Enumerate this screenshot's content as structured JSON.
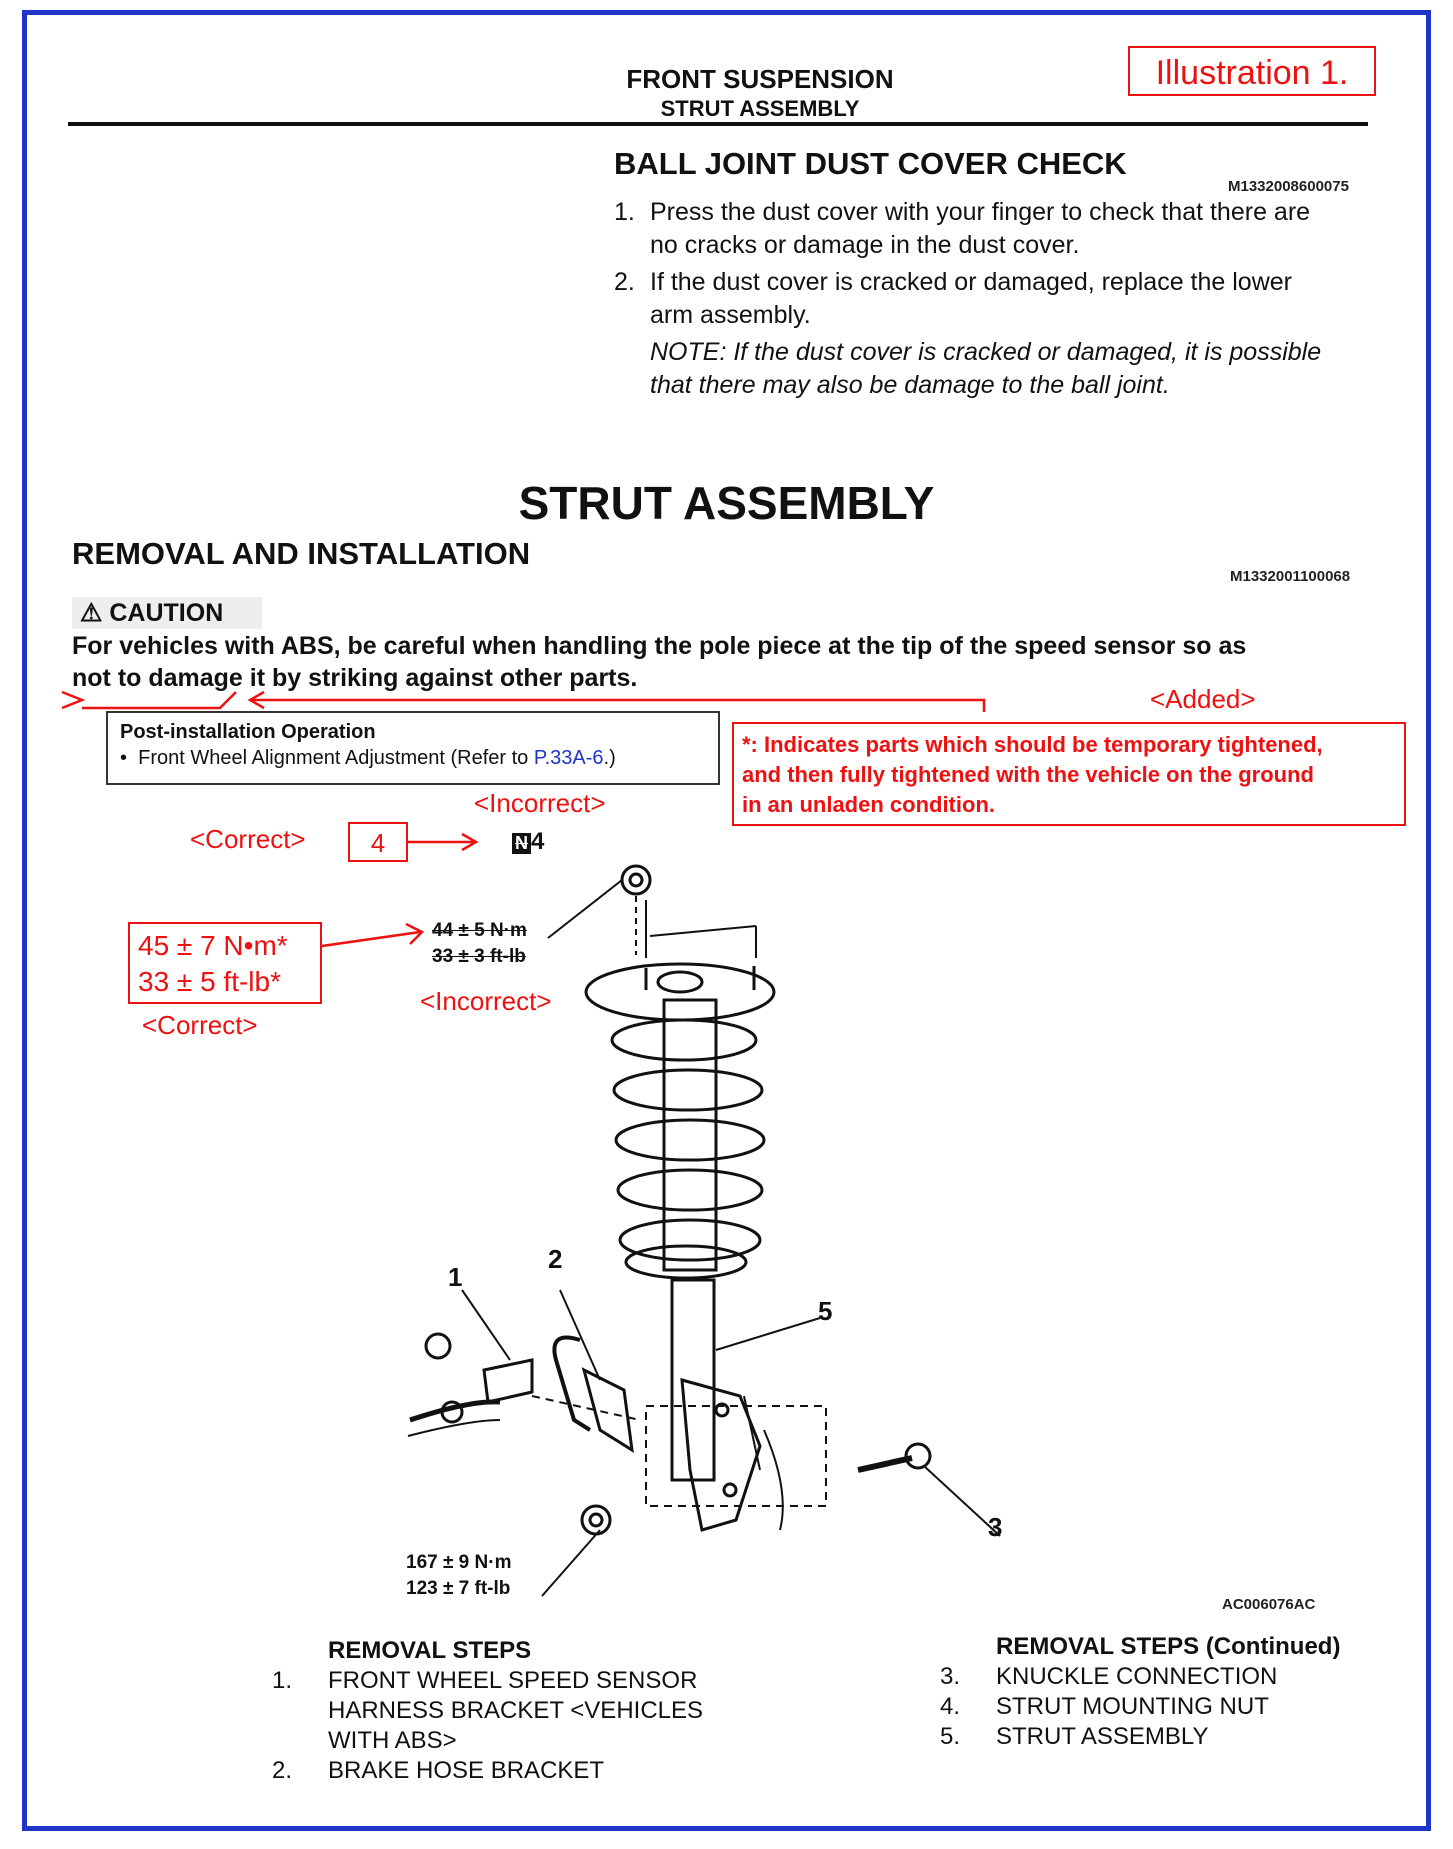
{
  "header": {
    "section": "FRONT SUSPENSION",
    "subsection": "STRUT ASSEMBLY",
    "illustration_label": "Illustration 1."
  },
  "ball_joint": {
    "title": "BALL JOINT DUST COVER CHECK",
    "code": "M1332008600075",
    "steps": [
      {
        "num": "1.",
        "line1": "Press the dust cover with your finger to check that there are",
        "line2": "no cracks or damage in the dust cover."
      },
      {
        "num": "2.",
        "line1": "If the dust cover is cracked or damaged, replace the lower",
        "line2": "arm assembly."
      }
    ],
    "note_line1": "NOTE: If the dust cover is cracked or damaged, it is possible",
    "note_line2": "that there may also be damage to the ball joint."
  },
  "strut": {
    "title": "STRUT ASSEMBLY",
    "subtitle": "REMOVAL AND INSTALLATION",
    "code": "M1332001100068",
    "caution_label": "CAUTION",
    "caution_line1": "For vehicles with ABS, be careful when handling the pole piece at the tip of the speed sensor so as",
    "caution_line2": "not to damage it by striking against other parts."
  },
  "post_install": {
    "title": "Post-installation Operation",
    "item_prefix": "Front Wheel Alignment Adjustment (Refer to ",
    "item_link": "P.33A-6",
    "item_suffix": ".)"
  },
  "annotations": {
    "added": "<Added>",
    "temp_line1": "*: Indicates parts which should be temporary tightened,",
    "temp_line2": "and then fully tightened with the vehicle on the ground",
    "temp_line3": "in an unladen condition.",
    "correct_1": "<Correct>",
    "correct_box_value": "4",
    "incorrect_1": "<Incorrect>",
    "incorrect_label": "4",
    "incorrect_symbol": "N",
    "torque_correct_1": "45 ± 7 N•m*",
    "torque_correct_2": "33 ± 5 ft-lb*",
    "correct_2": "<Correct>",
    "torque_incorrect_1": "44 ± 5 N·m",
    "torque_incorrect_2": "33 ± 3 ft-lb",
    "incorrect_2": "<Incorrect>"
  },
  "diagram": {
    "callouts": [
      "1",
      "2",
      "3",
      "5"
    ],
    "torque_bottom_1": "167 ± 9 N·m",
    "torque_bottom_2": "123 ± 7 ft-lb",
    "figure_code": "AC006076AC"
  },
  "removal_steps": {
    "title": "REMOVAL STEPS",
    "items": [
      {
        "num": "1.",
        "line1": "FRONT WHEEL SPEED SENSOR",
        "line2": "HARNESS BRACKET <VEHICLES",
        "line3": "WITH ABS>"
      },
      {
        "num": "2.",
        "line1": "BRAKE HOSE BRACKET"
      }
    ],
    "cont_title": "REMOVAL STEPS (Continued)",
    "cont_items": [
      {
        "num": "3.",
        "label": "KNUCKLE CONNECTION"
      },
      {
        "num": "4.",
        "label": "STRUT MOUNTING NUT"
      },
      {
        "num": "5.",
        "label": "STRUT ASSEMBLY"
      }
    ]
  },
  "colors": {
    "frame": "#1f35c9",
    "annotation_red": "#e11111",
    "link": "#1f35c9"
  }
}
